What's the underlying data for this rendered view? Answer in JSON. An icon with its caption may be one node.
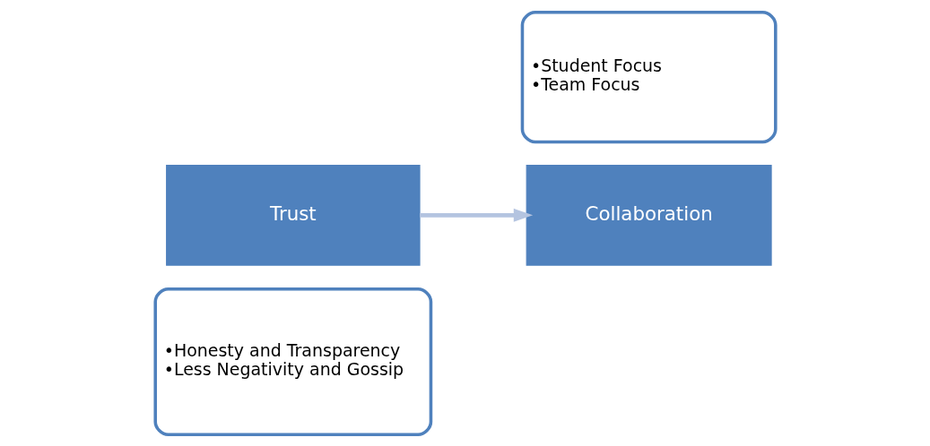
{
  "diagram": {
    "nodes": [
      {
        "text": [
          "•Honesty and Transparency",
          "•Less Negativity and Gossip"
        ]
      },
      {
        "text": [
          "Trust"
        ]
      },
      {
        "text": [
          "•Student Focus",
          "•Team Focus"
        ]
      },
      {
        "text": [
          "Collaboration"
        ]
      }
    ],
    "edges": [
      {
        "from": 1,
        "to": 3,
        "arrow": "to"
      }
    ]
  }
}
